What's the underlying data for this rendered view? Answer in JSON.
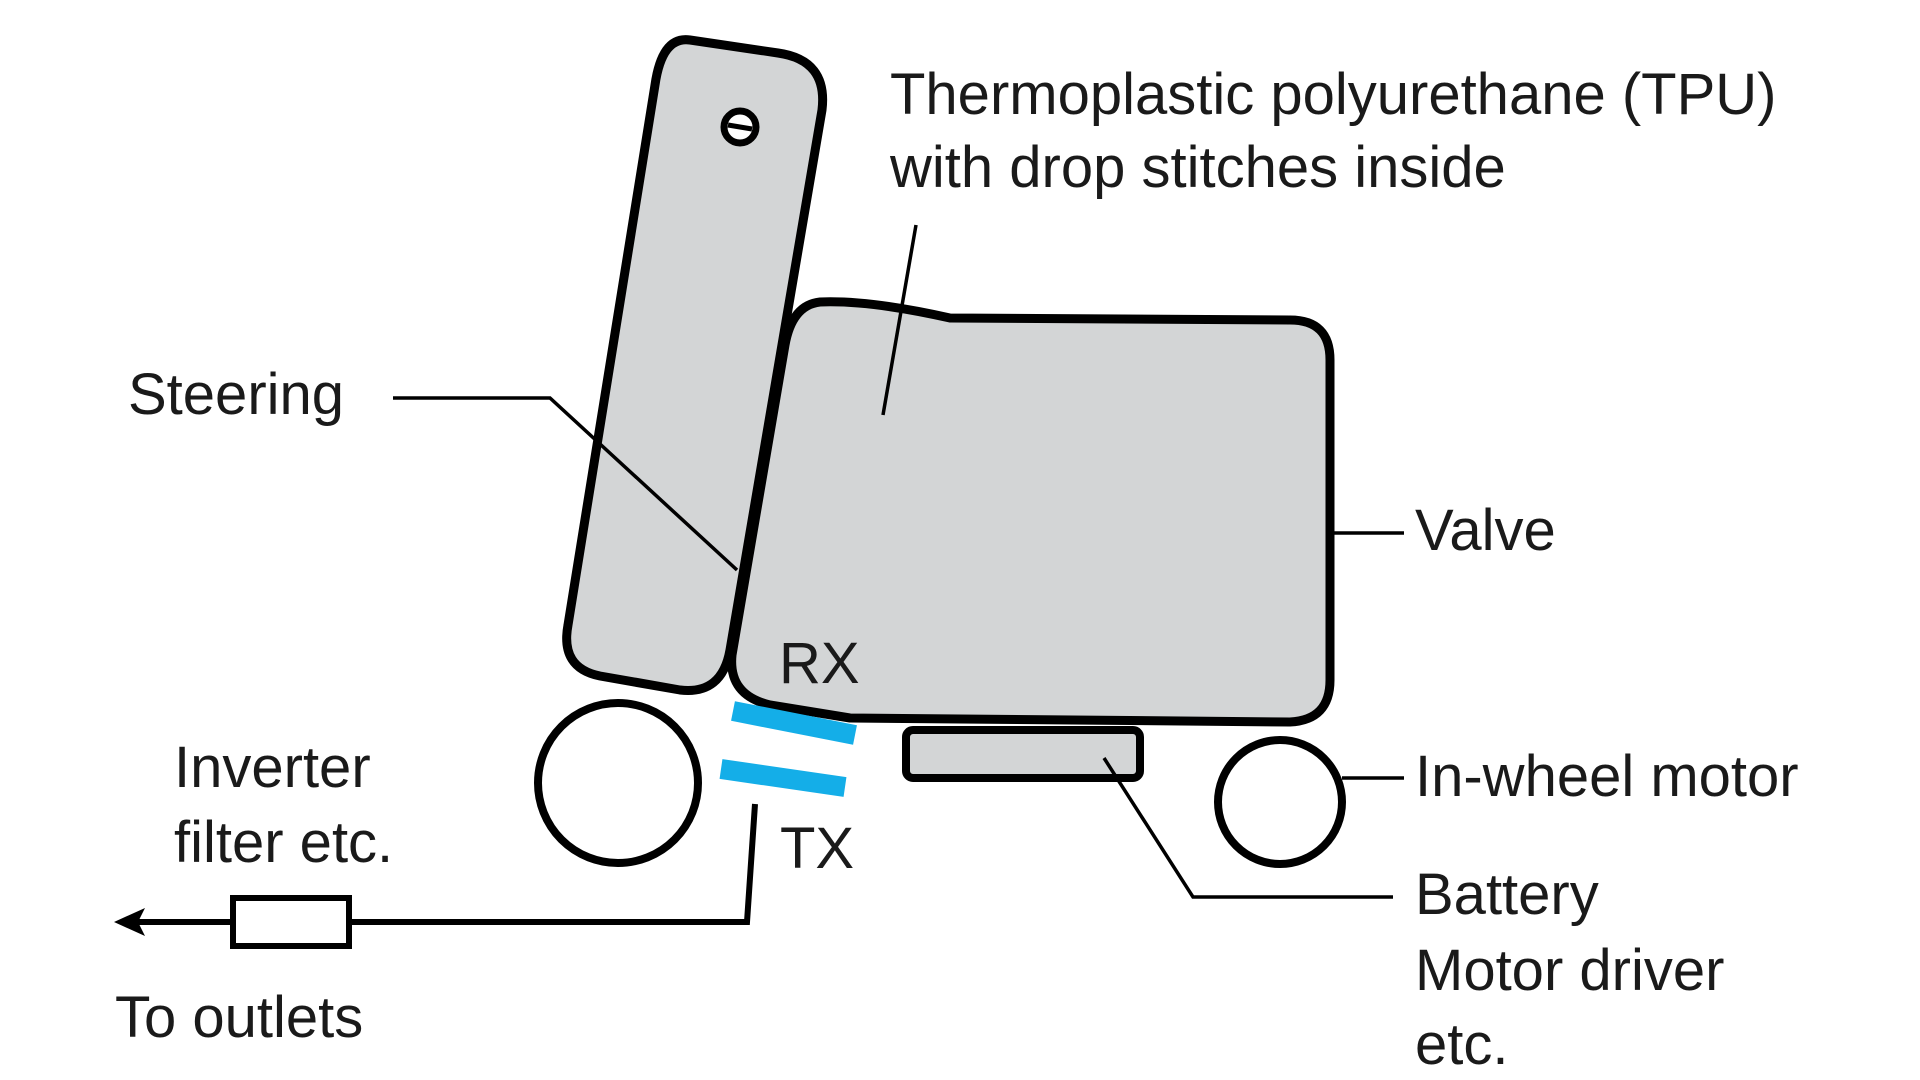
{
  "labels": {
    "tpu_line1": "Thermoplastic polyurethane (TPU)",
    "tpu_line2": "with drop stitches inside",
    "steering": "Steering",
    "valve": "Valve",
    "rx": "RX",
    "tx": "TX",
    "in_wheel_motor": "In-wheel motor",
    "inverter_line1": "Inverter",
    "inverter_line2": "filter etc.",
    "to_outlets": "To outlets",
    "battery_line1": "Battery",
    "battery_line2": "Motor driver",
    "battery_line3": "etc."
  },
  "colors": {
    "body_fill": "#d3d5d6",
    "stroke": "#000000",
    "coil": "#14aee8",
    "text": "#1a1a1a"
  }
}
